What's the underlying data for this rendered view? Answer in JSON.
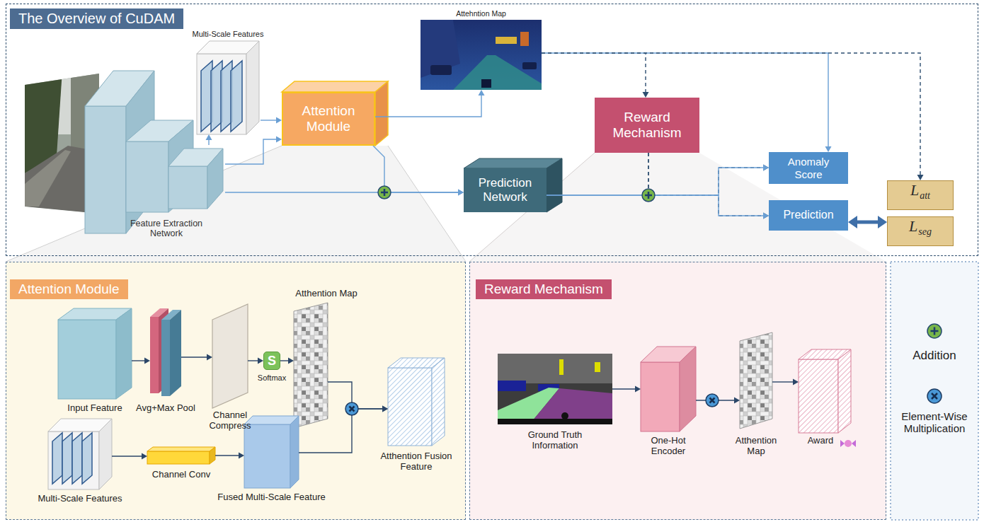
{
  "diagram": {
    "nodes": [
      {
        "text": [
          "The Overview of CuDAM"
        ]
      },
      {
        "text": [
          "Feature Extraction Network"
        ],
        "in": 0
      },
      {
        "text": [
          "Multi-Scale Features"
        ],
        "in": 0
      },
      {
        "text": [
          "Attention Module"
        ],
        "in": 0
      },
      {
        "text": [
          "Attehntion Map"
        ],
        "in": 0
      },
      {
        "text": [
          "Reward Mechanism"
        ],
        "in": 0
      },
      {
        "text": [
          "Prediction Network"
        ],
        "in": 0
      },
      {
        "text": [
          "Anomaly Score"
        ],
        "in": 0
      },
      {
        "text": [
          "Prediction"
        ],
        "in": 0
      },
      {
        "text": [
          "L",
          "att"
        ],
        "in": 0
      },
      {
        "text": [
          "L",
          "seg"
        ],
        "in": 0
      },
      {
        "text": [
          "Attention Module"
        ]
      },
      {
        "text": [
          "Input Feature"
        ],
        "in": 11
      },
      {
        "text": [
          "Avg+Max Pool"
        ],
        "in": 11
      },
      {
        "text": [
          "Channel Compress"
        ],
        "in": 11
      },
      {
        "text": [
          "S",
          "Softmax"
        ],
        "in": 11
      },
      {
        "text": [
          "Atthention Map"
        ],
        "in": 11
      },
      {
        "text": [
          "Multi-Scale Features"
        ],
        "in": 11
      },
      {
        "text": [
          "Channel Conv"
        ],
        "in": 11
      },
      {
        "text": [
          "Fused Multi-Scale Feature"
        ],
        "in": 11
      },
      {
        "text": [
          "Atthention Fusion Feature"
        ],
        "in": 11
      },
      {
        "text": [
          "Reward Mechanism"
        ]
      },
      {
        "text": [
          "Ground Truth Information"
        ],
        "in": 21
      },
      {
        "text": [
          "One-Hot Encoder"
        ],
        "in": 21
      },
      {
        "text": [
          "Atthention Map"
        ],
        "in": 21
      },
      {
        "text": [
          "Award"
        ],
        "in": 21
      }
    ],
    "edges": [
      {
        "from": 1,
        "to": 2,
        "arrow": "to"
      },
      {
        "from": 2,
        "to": 3,
        "arrow": "to"
      },
      {
        "from": 1,
        "to": 3,
        "arrow": "to"
      },
      {
        "from": 3,
        "to": 4,
        "arrow": "to"
      },
      {
        "from": 1,
        "to": 6,
        "arrow": "to"
      },
      {
        "from": 3,
        "to": 6,
        "arrow": "to"
      },
      {
        "from": 4,
        "to": 5,
        "arrow": "to"
      },
      {
        "from": 4,
        "to": 7,
        "arrow": "to"
      },
      {
        "from": 4,
        "to": 9,
        "arrow": "to"
      },
      {
        "from": 5,
        "to": 7,
        "arrow": "to"
      },
      {
        "from": 5,
        "to": 8,
        "arrow": "to"
      },
      {
        "from": 6,
        "to": 7,
        "arrow": "to"
      },
      {
        "from": 6,
        "to": 8,
        "arrow": "to"
      },
      {
        "from": 8,
        "to": 10,
        "arrow": "both"
      },
      {
        "from": 12,
        "to": 13,
        "arrow": "to"
      },
      {
        "from": 13,
        "to": 14,
        "arrow": "to"
      },
      {
        "from": 14,
        "to": 15,
        "arrow": "to"
      },
      {
        "from": 15,
        "to": 16,
        "arrow": "to"
      },
      {
        "from": 16,
        "to": 20,
        "arrow": "to"
      },
      {
        "from": 17,
        "to": 18,
        "arrow": "to"
      },
      {
        "from": 18,
        "to": 19,
        "arrow": "to"
      },
      {
        "from": 19,
        "to": 20,
        "arrow": "to"
      },
      {
        "from": 22,
        "to": 23,
        "arrow": "to"
      },
      {
        "from": 23,
        "to": 24,
        "arrow": "to"
      },
      {
        "from": 24,
        "to": 25,
        "arrow": "to"
      }
    ],
    "legend": [
      {
        "text": "Addition"
      },
      {
        "text": "Element-Wise Multiplication"
      }
    ]
  }
}
